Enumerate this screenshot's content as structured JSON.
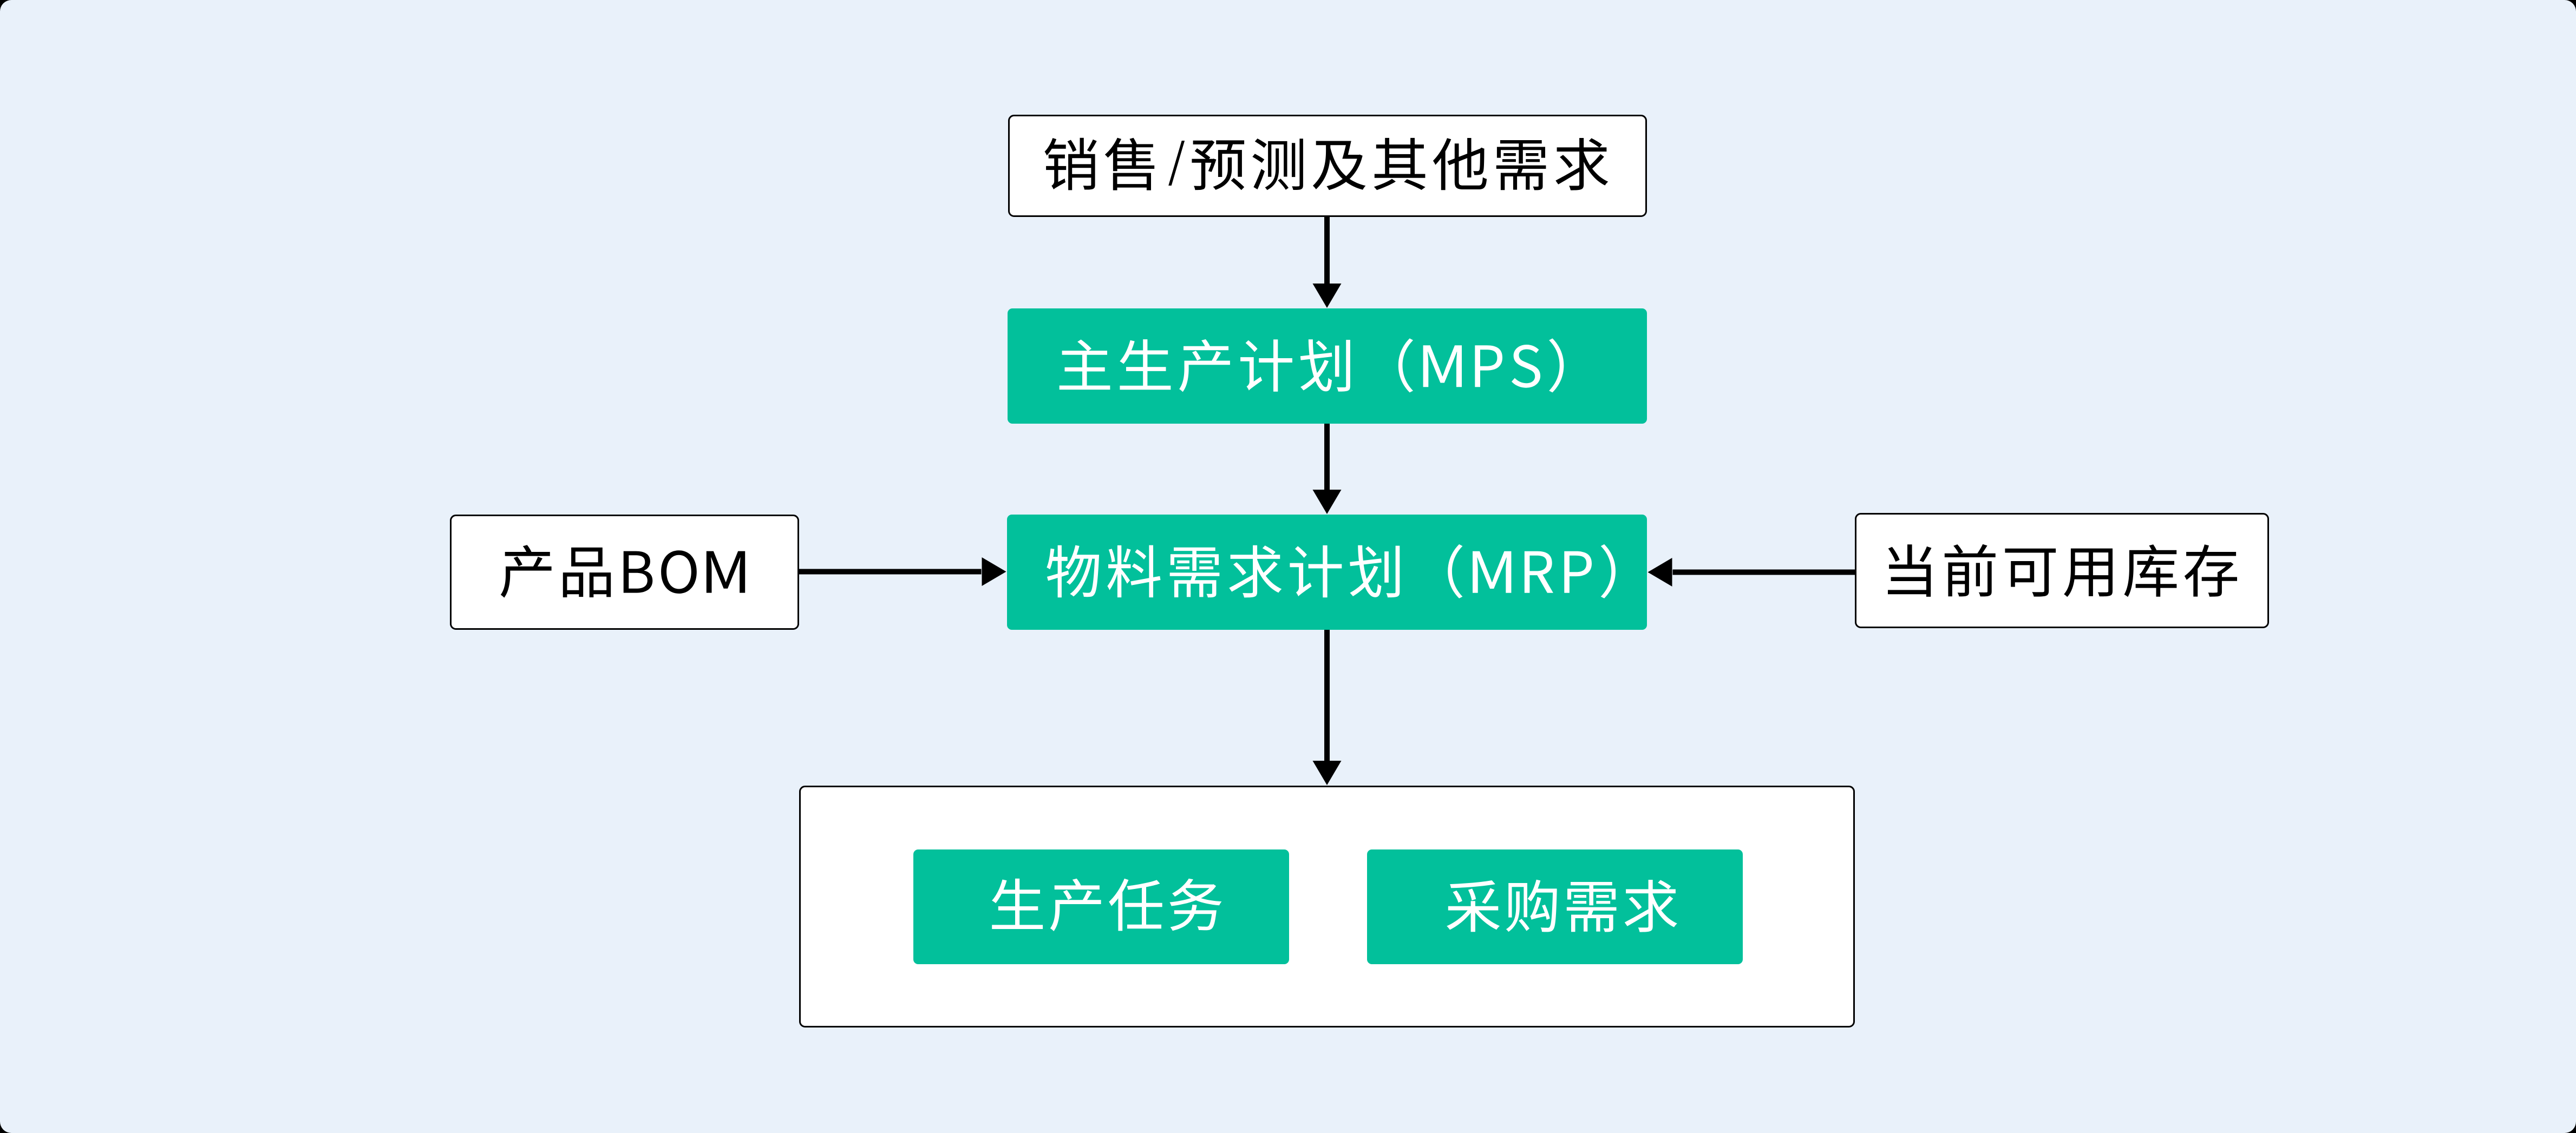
{
  "page": {
    "background_color": "#000000",
    "canvas_color": "#e9f1fa",
    "canvas_corner_radius": 21
  },
  "palette": {
    "node_green": "#02c09b",
    "node_white": "#ffffff",
    "border_black": "#000000",
    "arrow_black": "#000000",
    "text_on_green": "#ffffff",
    "text_on_white": "#000000"
  },
  "nodes": {
    "sales": {
      "label": "销售/预测及其他需求",
      "kind": "white-box"
    },
    "mps": {
      "label": "主生产计划（MPS）",
      "kind": "green-box"
    },
    "mrp": {
      "label": "物料需求计划（MRP）",
      "kind": "green-box"
    },
    "bom": {
      "label": "产品BOM",
      "kind": "white-box"
    },
    "inventory": {
      "label": "当前可用库存",
      "kind": "white-box"
    },
    "outputs": {
      "label": "",
      "kind": "white-container"
    },
    "production": {
      "label": "生产任务",
      "kind": "green-box"
    },
    "purchase": {
      "label": "采购需求",
      "kind": "green-box"
    }
  },
  "edges": [
    {
      "from": "sales",
      "to": "mps"
    },
    {
      "from": "mps",
      "to": "mrp"
    },
    {
      "from": "bom",
      "to": "mrp"
    },
    {
      "from": "inventory",
      "to": "mrp"
    },
    {
      "from": "mrp",
      "to": "outputs"
    }
  ]
}
